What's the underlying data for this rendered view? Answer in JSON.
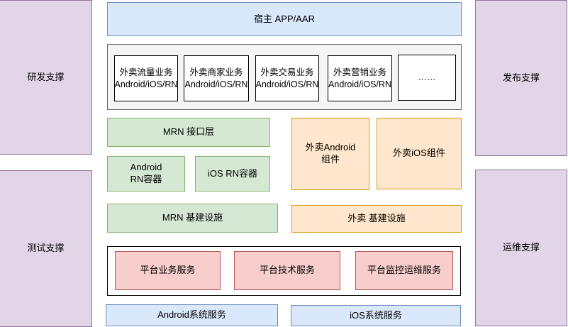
{
  "colors": {
    "purple_fill": "#E1D5E7",
    "purple_border": "#9673A6",
    "blue_fill": "#DAE8FC",
    "blue_border": "#6C8EBF",
    "green_fill": "#D5E8D4",
    "green_border": "#82B366",
    "orange_fill": "#FFE6CC",
    "orange_border": "#D79B00",
    "pink_fill": "#F8CECC",
    "pink_border": "#B85450",
    "gray_container_fill": "#F5F5F5",
    "gray_container_border": "#666666",
    "white_container_border": "#000000"
  },
  "side_panels": {
    "dev": "研发支撑",
    "release": "发布支撑",
    "test": "测试支撑",
    "ops": "运维支撑"
  },
  "host": {
    "label": "宿主 APP/AAR"
  },
  "business_modules": [
    {
      "line1": "外卖流量业务",
      "line2": "Android/iOS/RN"
    },
    {
      "line1": "外卖商家业务",
      "line2": "Android/iOS/RN"
    },
    {
      "line1": "外卖交易业务",
      "line2": "Android/iOS/RN"
    },
    {
      "line1": "外卖营销业务",
      "line2": "Android/iOS/RN"
    },
    {
      "line1": "……"
    }
  ],
  "mrn": {
    "api_layer": "MRN 接口层",
    "android_container_line1": "Android",
    "android_container_line2": "RN容器",
    "ios_container": "iOS RN容器",
    "infra": "MRN 基建设施"
  },
  "waimai": {
    "android_component_line1": "外卖Android",
    "android_component_line2": "组件",
    "ios_component": "外卖iOS组件",
    "infra": "外卖 基建设施"
  },
  "platform_services": [
    {
      "label": "平台业务服务"
    },
    {
      "label": "平台技术服务"
    },
    {
      "label": "平台监控运维服务"
    }
  ],
  "system_services": {
    "android": "Android系统服务",
    "ios": "iOS系统服务"
  }
}
